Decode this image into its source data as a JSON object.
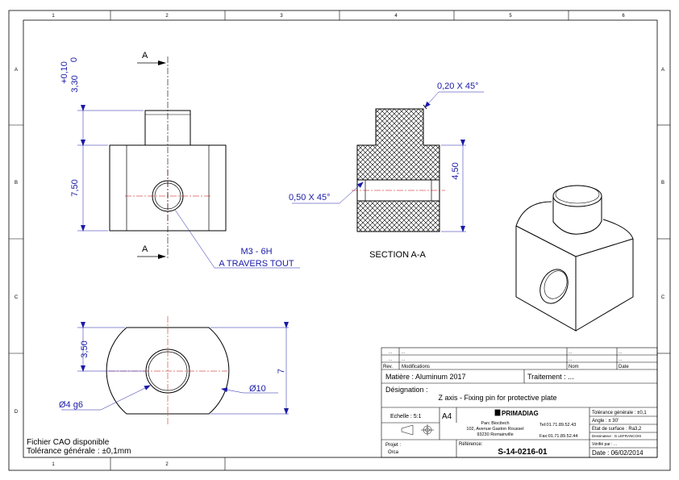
{
  "frame": {
    "cols": [
      "1",
      "2",
      "3",
      "4",
      "5",
      "6"
    ],
    "rows": [
      "A",
      "B",
      "C",
      "D"
    ]
  },
  "views": {
    "front": {
      "section_mark_top": "A",
      "section_mark_bottom": "A",
      "dim_tol_upper": "+0,10",
      "dim_tol_lower": "0",
      "dim_boss": "3,30",
      "dim_height": "7,50",
      "thread_note_1": "M3 - 6H",
      "thread_note_2": "A TRAVERS TOUT"
    },
    "section": {
      "chamfer_top": "0,20 X 45°",
      "chamfer_bore": "0,50 X 45°",
      "dim_bore": "4,50",
      "label": "SECTION A-A"
    },
    "top": {
      "dim_flat": "3,50",
      "dim_total": "7",
      "dia_boss": "Ø4 g6",
      "dia_outer": "Ø10"
    }
  },
  "notes": {
    "cao": "Fichier CAO disponible",
    "tolerance": "Tolérance générale : ±0,1mm"
  },
  "title_block": {
    "rev_row1": [
      "...",
      "...",
      "...",
      "..."
    ],
    "rev_row2": [
      "...",
      "...",
      "...",
      "..."
    ],
    "rev_header": [
      "Rev.",
      "Modifications",
      "Nom",
      "Date"
    ],
    "matiere": "Matière : Aluminum 2017",
    "traitement": "Traitement : ...",
    "designation_label": "Désignation :",
    "designation": "Z axis - Fixing pin for protective plate",
    "echelle": "Echelle : 5:1",
    "format": "A4",
    "company_logo": "PRIMADIAG",
    "address_1": "Parc Biocitech",
    "address_2": "102, Avenue Gaston Roussel",
    "address_3": "93230 Romainville",
    "tel": "Tel:01.71.89.52.43",
    "fax": "Fax:01.71.89.52.44",
    "tol_gen": "Tolérance générale : ±0,1",
    "angle": "Angle : ± 30'",
    "etat": "Etat de surface : Ra3,2",
    "dessinateur": "Dessinateur : G.LEFRANCOIS",
    "verifie": "Vérifié par : ...",
    "projet_label": "Projet :",
    "projet": "Orca",
    "reference_label": "Référence:",
    "reference": "S-14-0216-01",
    "date": "Date : 06/02/2014"
  }
}
